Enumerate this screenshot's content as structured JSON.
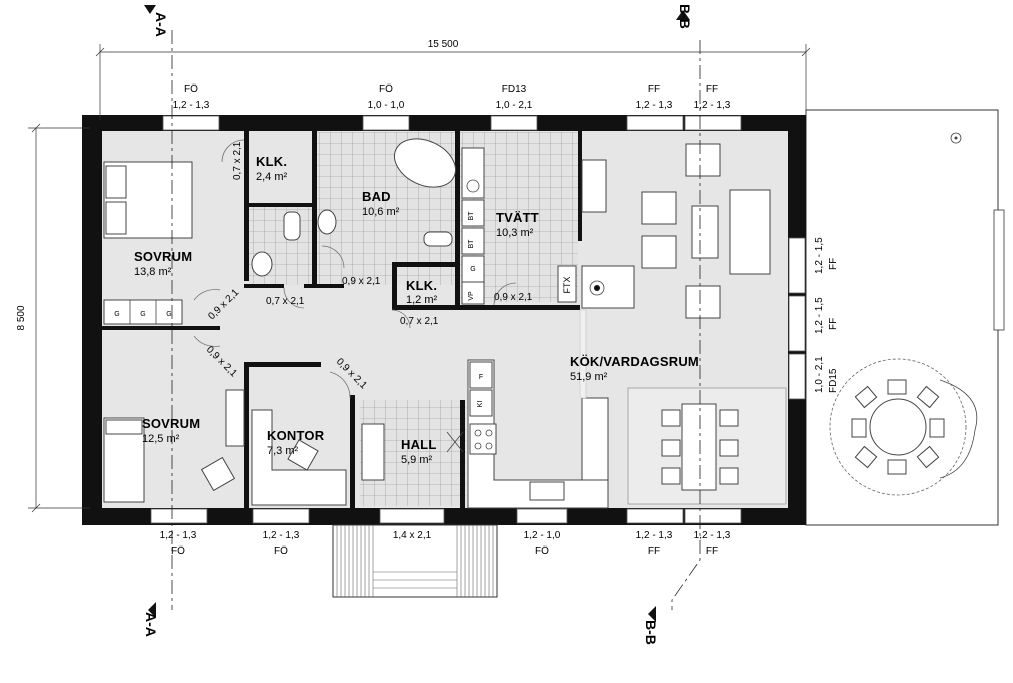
{
  "overall": {
    "width_dim": "15 500",
    "height_dim": "8 500"
  },
  "sections": {
    "a_top": "A-A",
    "a_bottom": "A-A",
    "b_top": "B-B",
    "b_bottom": "B-B"
  },
  "rooms": {
    "sovrum1": {
      "name": "SOVRUM",
      "area": "13,8 m²"
    },
    "sovrum2": {
      "name": "SOVRUM",
      "area": "12,5 m²"
    },
    "klk1": {
      "name": "KLK.",
      "area": "2,4 m²"
    },
    "bad": {
      "name": "BAD",
      "area": "10,6 m²"
    },
    "tvatt": {
      "name": "TVÄTT",
      "area": "10,3 m²"
    },
    "klk2": {
      "name": "KLK.",
      "area": "1,2 m²"
    },
    "kok": {
      "name": "KÖK/VARDAGSRUM",
      "area": "51,9 m²"
    },
    "kontor": {
      "name": "KONTOR",
      "area": "7,3 m²"
    },
    "hall": {
      "name": "HALL",
      "area": "5,9 m²"
    }
  },
  "windows_top": [
    {
      "type": "FÖ",
      "size": "1,2 - 1,3"
    },
    {
      "type": "FÖ",
      "size": "1,0 - 1,0"
    },
    {
      "type": "FD13",
      "size": "1,0 - 2,1"
    },
    {
      "type": "FF",
      "size": "1,2 - 1,3"
    },
    {
      "type": "FF",
      "size": "1,2 - 1,3"
    }
  ],
  "windows_bottom": [
    {
      "type": "FÖ",
      "size": "1,2 - 1,3"
    },
    {
      "type": "FÖ",
      "size": "1,2 - 1,3"
    },
    {
      "type": "",
      "size": "1,4 x 2,1"
    },
    {
      "type": "FÖ",
      "size": "1,2 - 1,0"
    },
    {
      "type": "FF",
      "size": "1,2 - 1,3"
    },
    {
      "type": "FF",
      "size": "1,2 - 1,3"
    }
  ],
  "windows_right": [
    {
      "type": "FF",
      "size": "1,2 - 1,5"
    },
    {
      "type": "FF",
      "size": "1,2 - 1,5"
    },
    {
      "type": "FD15",
      "size": "1,0 - 2,1"
    }
  ],
  "doors": {
    "klk1": "0,7 x 2,1",
    "bad_hall": "0,7 x 2,1",
    "bad_klk": "0,9 x 2,1",
    "klk2": "0,7 x 2,1",
    "tvatt": "0,9 x 2,1",
    "sovrum1": "0,9 x 2,1",
    "sovrum2": "0,9 x 2,1",
    "kontor": "0,9 x 2,1"
  },
  "fixtures": {
    "g": "G",
    "vp": "VP",
    "ftx": "FTX",
    "f": "F",
    "ki": "KI",
    "bt": "BT"
  }
}
